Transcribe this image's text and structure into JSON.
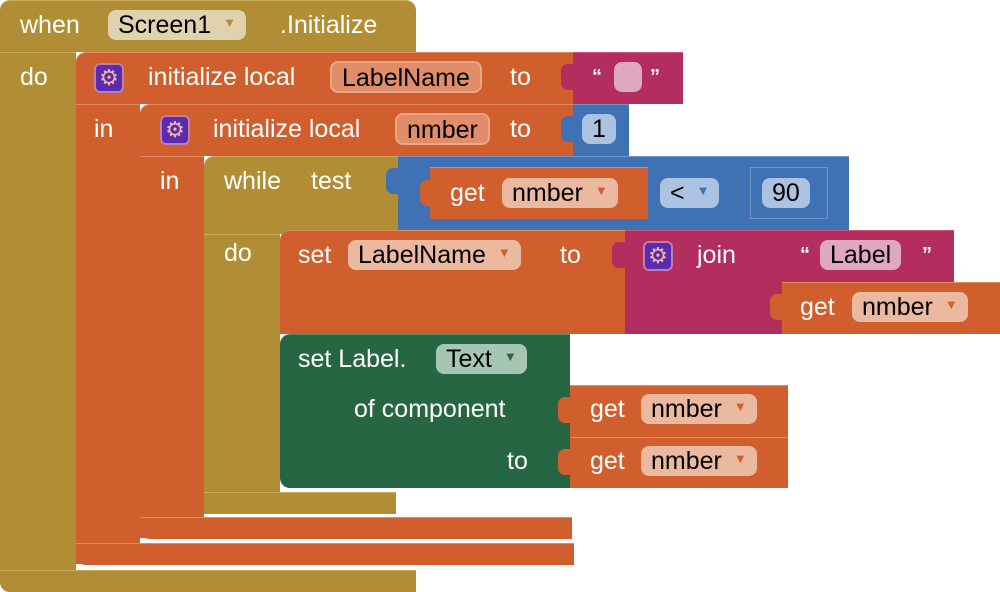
{
  "event_block": {
    "when_label": "when",
    "component": "Screen1",
    "event": ".Initialize",
    "do_label": "do"
  },
  "init_local_1": {
    "label": "initialize local",
    "var_name": "LabelName",
    "to_label": "to",
    "in_label": "in",
    "value": {
      "type": "text",
      "open_quote": "“",
      "close_quote": "”",
      "text": ""
    }
  },
  "init_local_2": {
    "label": "initialize local",
    "var_name": "nmber",
    "to_label": "to",
    "in_label": "in",
    "value": "1"
  },
  "while_block": {
    "while_label": "while",
    "test_label": "test",
    "do_label": "do",
    "condition": {
      "get_label": "get",
      "var": "nmber",
      "operator": "<",
      "compare_value": "90"
    }
  },
  "set_var_block": {
    "set_label": "set",
    "var": "LabelName",
    "to_label": "to",
    "join_label": "join",
    "join_text": "Label",
    "open_quote": "“",
    "close_quote": "”",
    "get_label": "get",
    "get_var": "nmber"
  },
  "set_component_block": {
    "set_label": "set Label.",
    "property": "Text",
    "of_component_label": "of component",
    "to_label": "to",
    "component_get_label": "get",
    "component_get_var": "nmber",
    "value_get_label": "get",
    "value_get_var": "nmber"
  },
  "icons": {
    "gear": "⚙",
    "dropdown": "▼"
  },
  "colors": {
    "event": "#b18e35",
    "procedure": "#d05f2d",
    "text": "#b32d5e",
    "math": "#3f71b5",
    "component": "#266643",
    "mutator": "#5b2ab0"
  }
}
